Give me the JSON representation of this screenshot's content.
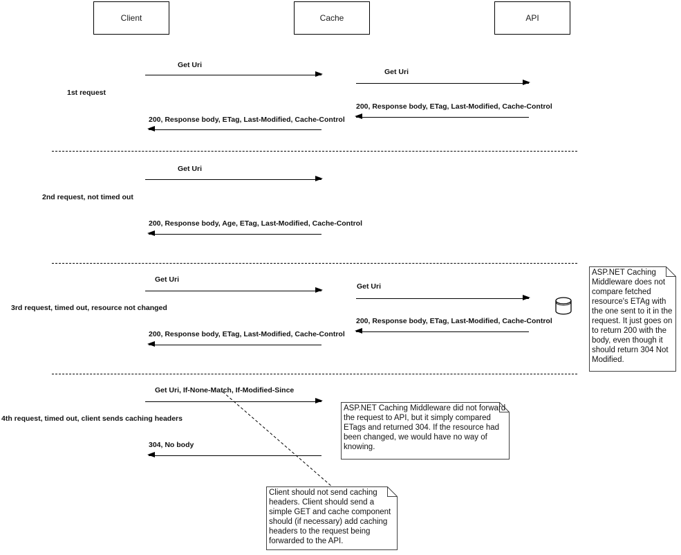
{
  "colors": {
    "line": "#000000",
    "note_border": "#404040",
    "background": "#ffffff"
  },
  "actors": {
    "client": "Client",
    "cache": "Cache",
    "api": "API"
  },
  "sections": {
    "s1": {
      "label": "1st request",
      "client_to_cache": "Get Uri",
      "cache_to_api": "Get Uri",
      "api_to_cache": "200, Response body, ETag, Last-Modified, Cache-Control",
      "cache_to_client": "200, Response body, ETag, Last-Modified, Cache-Control"
    },
    "s2": {
      "label": "2nd request, not timed out",
      "client_to_cache": "Get Uri",
      "cache_to_client": "200, Response body, Age, ETag, Last-Modified, Cache-Control"
    },
    "s3": {
      "label": "3rd request, timed out, resource not changed",
      "client_to_cache": "Get Uri",
      "cache_to_api": "Get Uri",
      "api_to_cache": "200, Response body, ETag, Last-Modified, Cache-Control",
      "cache_to_client": "200, Response body, ETag, Last-Modified, Cache-Control"
    },
    "s4": {
      "label": "4th request, timed out, client sends caching headers",
      "client_to_cache": "Get Uri, If-None-Match, If-Modified-Since",
      "cache_to_client": "304, No body"
    }
  },
  "notes": {
    "api_note": "ASP.NET Caching Middleware does not compare fetched resource's ETAg with the one sent to it in the request. It just goes on to return 200 with the body, even though it should return 304 Not Modified.",
    "cache_note": "ASP.NET Caching Middleware did not forward the request to API, but it simply compared ETags and returned 304. If the resource had been changed, we would have no way of knowing.",
    "client_note": "Client should not send caching headers. Client should send a simple GET and cache component should (if necessary) add caching headers to the request being forwarded to the API."
  }
}
